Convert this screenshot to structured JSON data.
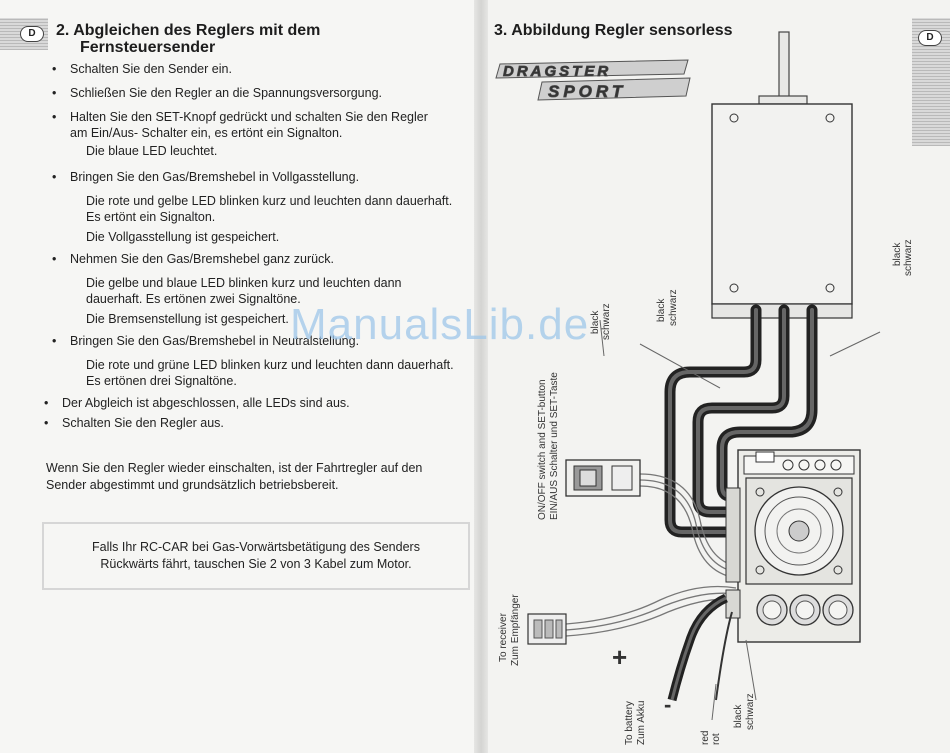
{
  "left": {
    "lang_tab": "D",
    "heading_line1": "2. Abgleichen des Reglers mit dem",
    "heading_line2": "Fernsteuersender",
    "steps": [
      {
        "type": "bullet",
        "text": "Schalten Sie den Sender ein."
      },
      {
        "type": "bullet",
        "text": "Schließen Sie den Regler an die Spannungsversorgung."
      },
      {
        "type": "bullet",
        "text": "Halten Sie den SET-Knopf gedrückt und schalten Sie den Regler"
      },
      {
        "type": "cont",
        "text": "am Ein/Aus- Schalter ein, es ertönt ein Signalton."
      },
      {
        "type": "sub",
        "text": "Die blaue LED leuchtet."
      },
      {
        "type": "bullet",
        "text": "Bringen Sie den Gas/Bremshebel in Vollgasstellung."
      },
      {
        "type": "sub",
        "text": "Die rote und gelbe LED blinken kurz und leuchten dann dauerhaft."
      },
      {
        "type": "sub",
        "text": "Es ertönt ein Signalton."
      },
      {
        "type": "sub",
        "text": "Die Vollgasstellung ist gespeichert."
      },
      {
        "type": "bullet",
        "text": "Nehmen Sie den Gas/Bremshebel ganz zurück."
      },
      {
        "type": "sub",
        "text": "Die gelbe und blaue LED blinken kurz und leuchten dann"
      },
      {
        "type": "sub",
        "text": "dauerhaft. Es ertönen zwei Signaltöne."
      },
      {
        "type": "sub",
        "text": "Die Bremsenstellung ist gespeichert."
      },
      {
        "type": "bullet",
        "text": "Bringen Sie den Gas/Bremshebel in Neutralstellung."
      },
      {
        "type": "sub",
        "text": "Die rote und grüne LED blinken kurz und leuchten dann dauerhaft."
      },
      {
        "type": "sub",
        "text": "Es ertönen drei Signaltöne."
      },
      {
        "type": "bullet",
        "text": "Der Abgleich ist abgeschlossen, alle LEDs sind aus."
      },
      {
        "type": "bullet",
        "text": "Schalten Sie den Regler aus."
      }
    ],
    "paragraph": "Wenn Sie den Regler wieder einschalten, ist der Fahrtregler auf den Sender abgestimmt und grundsätzlich betriebsbereit.",
    "note": "Falls Ihr RC-CAR bei Gas-Vorwärtsbetätigung des Senders Rückwärts fährt, tauschen Sie 2 von 3 Kabel zum Motor."
  },
  "right": {
    "lang_tab": "D",
    "heading": "3. Abbildung Regler sensorless",
    "logo_line1": "DRAGSTER",
    "logo_line2": "SPORT",
    "labels": {
      "black1": "black",
      "schwarz1": "schwarz",
      "black2": "black",
      "schwarz2": "schwarz",
      "black3": "black",
      "schwarz3": "schwarz",
      "switch1": "ON/OFF switch and SET-button",
      "switch2": "EIN/AUS Schalter und SET-Taste",
      "receiver1": "To receiver",
      "receiver2": "Zum Empfänger",
      "battery1": "To battery",
      "battery2": "Zum Akku",
      "plus": "+",
      "minus": "-",
      "red": "red",
      "rot": "rot",
      "black4": "black",
      "schwarz4": "schwarz"
    }
  },
  "watermark": "ManualsLib.de"
}
